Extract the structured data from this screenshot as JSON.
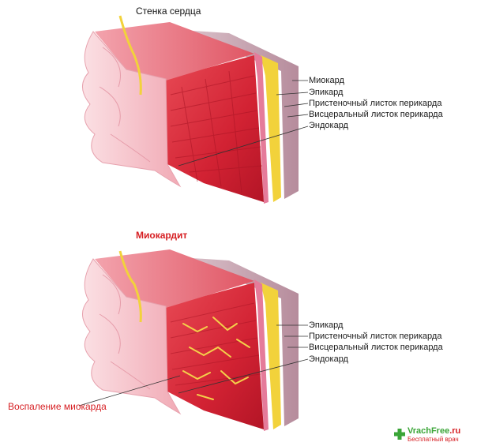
{
  "top_title": "Стенка сердца",
  "middle_title": "Миокардит",
  "top_labels": [
    "Миокард",
    "Эпикард",
    "Пристеночный листок перикарда",
    "Висцеральный листок перикарда",
    "Эндокард"
  ],
  "bottom_labels": [
    "Эпикард",
    "Пристеночный листок перикарда",
    "Висцеральный листок перикарда",
    "Эндокард"
  ],
  "inflammation_label": "Воспаление миокарда",
  "watermark": {
    "name": "VrachFree",
    "tld": ".ru",
    "tagline": "Бесплатный врач"
  },
  "colors": {
    "muscle": "#d9293a",
    "muscle_dark": "#b0162a",
    "endocardium": "#f6c3cc",
    "epicardium_yellow": "#f2d23b",
    "pericardium": "#c9a0b0",
    "accent_red": "#d61e22",
    "brand_green": "#3aa537"
  }
}
